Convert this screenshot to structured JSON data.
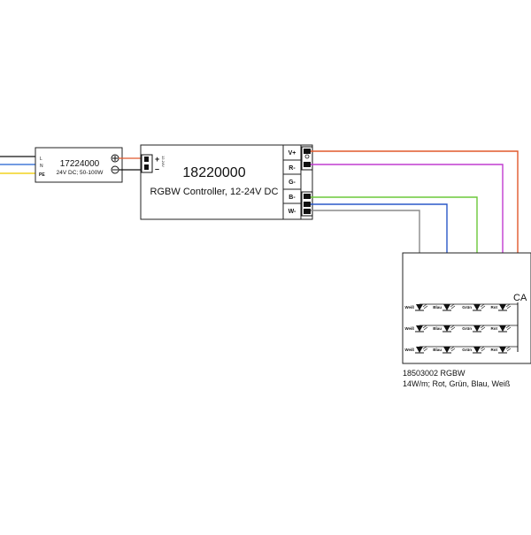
{
  "colors": {
    "red": "#e0582c",
    "magenta": "#c03cd0",
    "green": "#6cc83a",
    "blue": "#2a58c8",
    "white_wire": "#8a8a8a",
    "psu_yellow": "#f2d21e",
    "psu_blue": "#1d5fd0",
    "psu_black": "#111111"
  },
  "psu": {
    "terminals": [
      "L",
      "N",
      "PE"
    ],
    "part_number": "17224000",
    "spec": "24V DC; 50-100W"
  },
  "controller": {
    "part_number": "18220000",
    "description": "RGBW Controller, 12-24V DC",
    "input_label": "12-24V",
    "plus": "+",
    "minus": "–",
    "outputs": [
      "V+",
      "R-",
      "G-",
      "B-",
      "W-"
    ]
  },
  "strip": {
    "common_label": "CA",
    "row_labels": [
      "Weiß",
      "Blau",
      "Grün",
      "Rot"
    ],
    "part_line": "18503002 RGBW",
    "spec_line": "14W/m; Rot, Grün, Blau, Weiß"
  }
}
